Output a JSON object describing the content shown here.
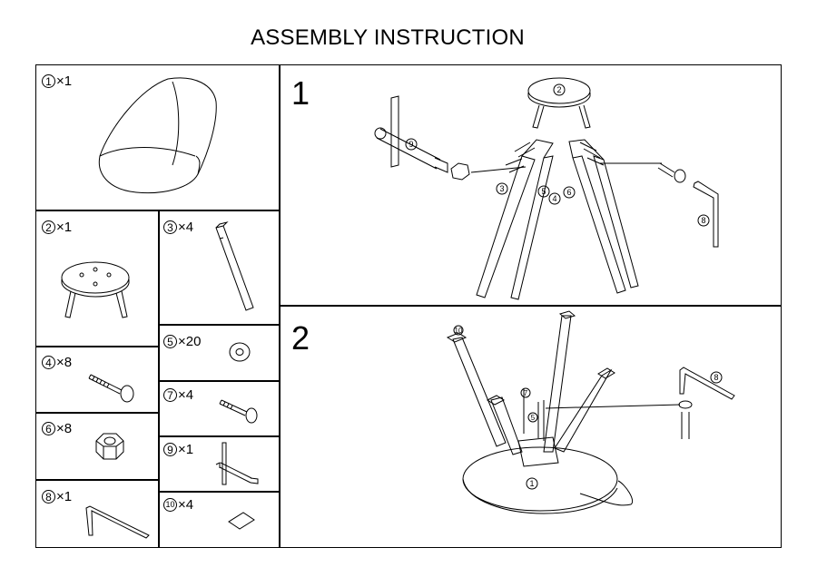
{
  "title": "ASSEMBLY INSTRUCTION",
  "parts": [
    {
      "number": "1",
      "qty": "×1"
    },
    {
      "number": "2",
      "qty": "×1"
    },
    {
      "number": "3",
      "qty": "×4"
    },
    {
      "number": "4",
      "qty": "×8"
    },
    {
      "number": "5",
      "qty": "×20"
    },
    {
      "number": "6",
      "qty": "×8"
    },
    {
      "number": "7",
      "qty": "×4"
    },
    {
      "number": "8",
      "qty": "×1"
    },
    {
      "number": "9",
      "qty": "×1"
    },
    {
      "number": "10",
      "qty": "×4"
    }
  ],
  "steps": [
    {
      "number": "1",
      "callouts": [
        "2",
        "9",
        "3",
        "5",
        "4",
        "6",
        "8"
      ]
    },
    {
      "number": "2",
      "callouts": [
        "10",
        "7",
        "5",
        "8",
        "1"
      ]
    }
  ]
}
